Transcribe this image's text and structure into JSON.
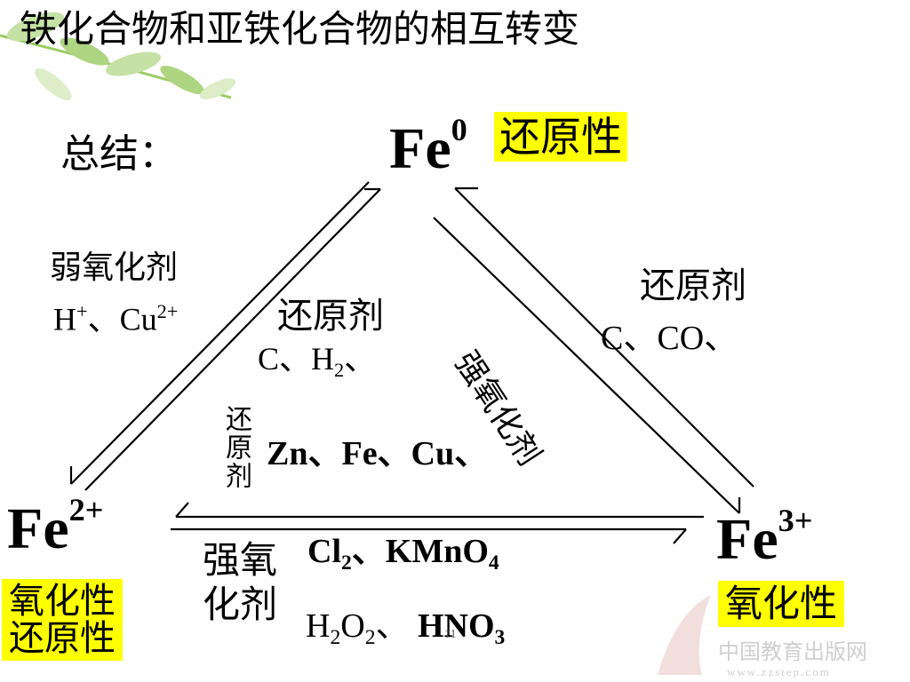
{
  "title": "铁化合物和亚铁化合物的相互转变",
  "summary": "总结：",
  "fe0": {
    "base": "Fe",
    "charge": "0",
    "property": "还原性"
  },
  "fe2": {
    "base": "Fe",
    "charge": "2+",
    "property_1": "氧化性",
    "property_2": "还原性"
  },
  "fe3": {
    "base": "Fe",
    "charge": "3+",
    "property": "氧化性"
  },
  "edges": {
    "fe0_to_fe2": {
      "label": "弱氧化剂",
      "reagent_1": "H",
      "reagent_1_charge": "+",
      "sep": "、",
      "reagent_2": "Cu",
      "reagent_2_charge": "2+"
    },
    "fe2_to_fe0": {
      "label": "还原剂",
      "reagent_1": "C、H",
      "sub": "2",
      "tail": "、"
    },
    "fe0_to_fe3": {
      "label": "强氧化剂"
    },
    "fe3_to_fe0": {
      "label": "还原剂",
      "reagents": "C、CO、"
    },
    "fe3_to_fe2": {
      "label": "还原剂",
      "reagents": "Zn、Fe、Cu、"
    },
    "fe2_to_fe3": {
      "label_line_1": "强氧",
      "label_line_2": "化剂",
      "line_1": {
        "a": "Cl",
        "a_sub": "2",
        "sep": "、",
        "b": "KMnO",
        "b_sub": "4"
      },
      "line_2": {
        "a": "H",
        "a_sub": "2",
        "b": "O",
        "b_sub": "2",
        "sep": "、 ",
        "c": "HNO",
        "c_sub": "3"
      }
    }
  },
  "page_number": "11",
  "watermark": {
    "text_1": "中国教育出版网",
    "text_2": "www.zzstep.com"
  },
  "colors": {
    "highlight": "#ffff00",
    "leaf": "#8bc34a",
    "watermark": "#d0d0d0"
  }
}
